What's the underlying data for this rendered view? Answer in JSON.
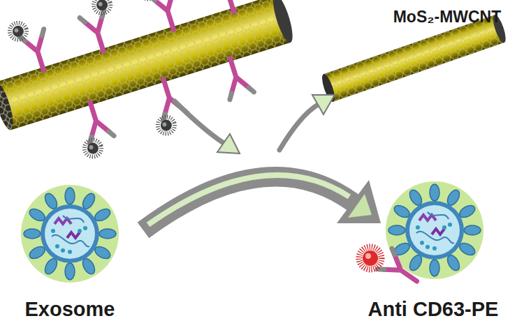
{
  "diagram": {
    "labels": [
      "MoS₂-MWCNT",
      "Exosome",
      "Anti CD63-PE"
    ]
  }
}
